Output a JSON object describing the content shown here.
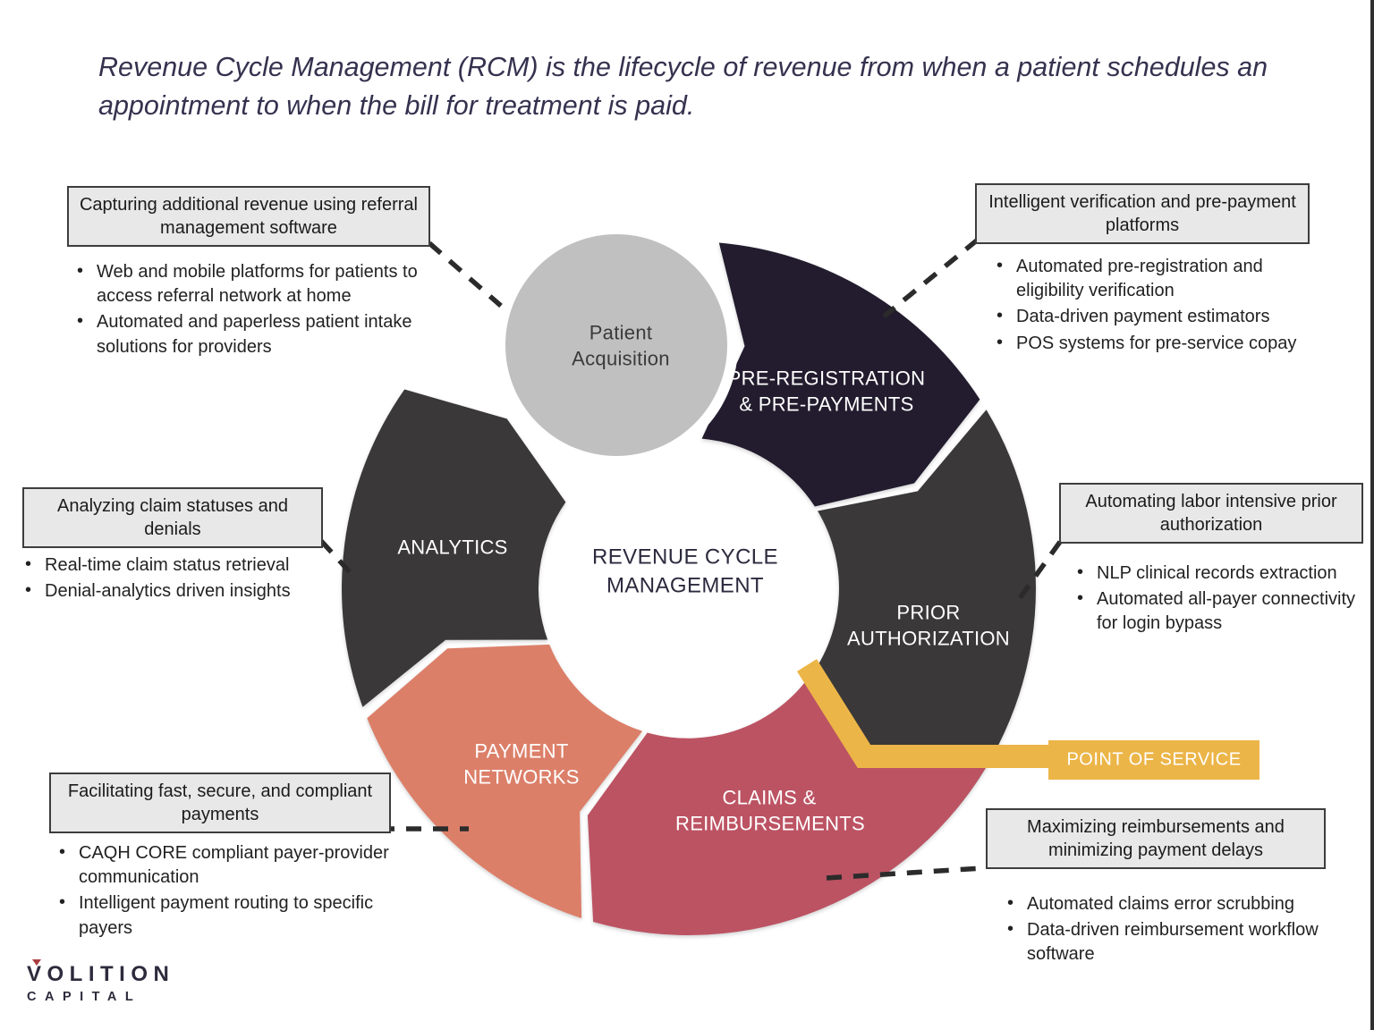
{
  "title": "Revenue Cycle Management (RCM) is the lifecycle of revenue from when a patient schedules an appointment to when the bill for treatment is paid.",
  "center_label": "REVENUE CYCLE MANAGEMENT",
  "segments": {
    "patient_acquisition": {
      "label": "Patient Acquisition",
      "color": "#c1c0c0"
    },
    "pre_registration": {
      "label": "PRE-REGISTRATION & PRE-PAYMENTS",
      "color": "#221c2e"
    },
    "prior_authorization": {
      "label": "PRIOR AUTHORIZATION",
      "color": "#3a3839"
    },
    "claims_reimbursements": {
      "label": "CLAIMS & REIMBURSEMENTS",
      "color": "#bc5363"
    },
    "payment_networks": {
      "label": "PAYMENT NETWORKS",
      "color": "#dc7f69"
    },
    "analytics": {
      "label": "ANALYTICS",
      "color": "#3a3839"
    }
  },
  "point_of_service": {
    "label": "POINT OF SERVICE",
    "color": "#ecb548"
  },
  "callouts": {
    "patient_acquisition": {
      "heading": "Capturing additional revenue using referral management software",
      "bullets": [
        "Web and mobile platforms for patients to access referral network at home",
        "Automated and paperless patient intake solutions for providers"
      ]
    },
    "pre_registration": {
      "heading": "Intelligent verification and pre-payment platforms",
      "bullets": [
        "Automated pre-registration and eligibility verification",
        "Data-driven payment estimators",
        "POS systems for pre-service copay"
      ]
    },
    "prior_authorization": {
      "heading": "Automating labor intensive prior authorization",
      "bullets": [
        "NLP clinical records extraction",
        "Automated all-payer connectivity for login bypass"
      ]
    },
    "analytics": {
      "heading": "Analyzing claim statuses and denials",
      "bullets": [
        "Real-time claim status retrieval",
        "Denial-analytics driven insights"
      ]
    },
    "payment_networks": {
      "heading": "Facilitating fast, secure, and compliant payments",
      "bullets": [
        "CAQH CORE compliant payer-provider communication",
        "Intelligent payment routing to specific payers"
      ]
    },
    "claims_reimbursements": {
      "heading": "Maximizing reimbursements and minimizing payment delays",
      "bullets": [
        "Automated claims error scrubbing",
        "Data-driven reimbursement workflow software"
      ]
    }
  },
  "logo": {
    "name": "VOLITION",
    "sub": "CAPITAL"
  }
}
